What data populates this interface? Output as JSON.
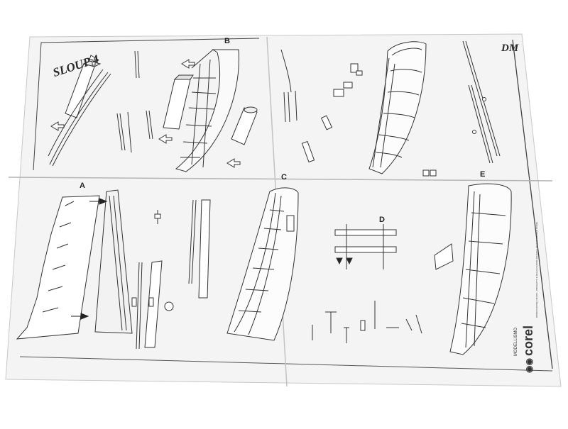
{
  "sheet": {
    "title_left": "SLOUP 4",
    "title_right": "DM",
    "step_labels": [
      "A",
      "B",
      "C",
      "D",
      "E"
    ],
    "brand_name": "corel",
    "brand_line1": "MODELLISMO",
    "brand_line2": "RIPRODUZIONE VIETATA - PROGETTO E REALIZZAZIONE GRAFICA: UFFICIO TECNICO COREL"
  },
  "colors": {
    "background": "#ffffff",
    "paper": "#f4f4f4",
    "ink": "#333333"
  }
}
